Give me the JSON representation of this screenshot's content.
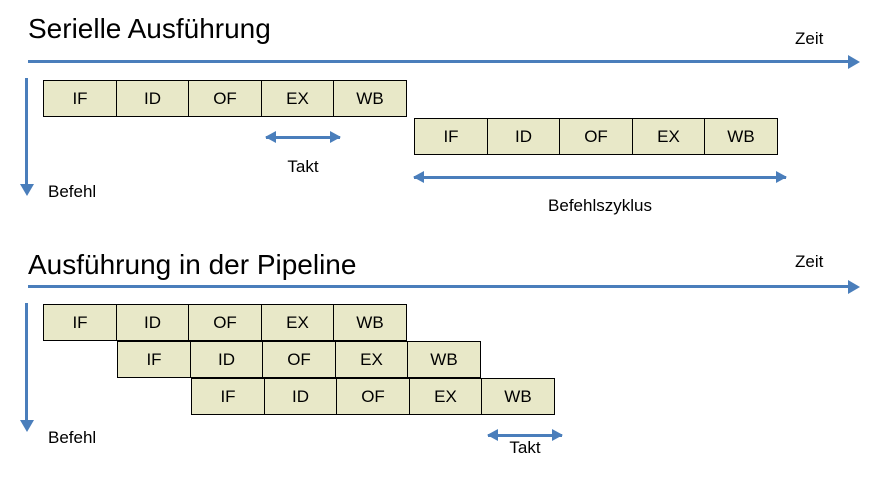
{
  "sections": [
    {
      "title": "Serielle Ausführung",
      "time_axis_label": "Zeit",
      "instruction_axis_label": "Befehl",
      "rows": [
        {
          "stages": [
            "IF",
            "ID",
            "OF",
            "EX",
            "WB"
          ]
        },
        {
          "stages": [
            "IF",
            "ID",
            "OF",
            "EX",
            "WB"
          ]
        }
      ],
      "measures": [
        {
          "label": "Takt"
        },
        {
          "label": "Befehlszyklus"
        }
      ]
    },
    {
      "title": "Ausführung in der Pipeline",
      "time_axis_label": "Zeit",
      "instruction_axis_label": "Befehl",
      "rows": [
        {
          "stages": [
            "IF",
            "ID",
            "OF",
            "EX",
            "WB"
          ]
        },
        {
          "stages": [
            "IF",
            "ID",
            "OF",
            "EX",
            "WB"
          ]
        },
        {
          "stages": [
            "IF",
            "ID",
            "OF",
            "EX",
            "WB"
          ]
        }
      ],
      "measures": [
        {
          "label": "Takt"
        }
      ]
    }
  ],
  "colors": {
    "arrow_blue": "#4A7EBB",
    "cell_fill": "#E8E8C8",
    "cell_border": "#000000",
    "text": "#000000",
    "background": "#FFFFFF"
  }
}
